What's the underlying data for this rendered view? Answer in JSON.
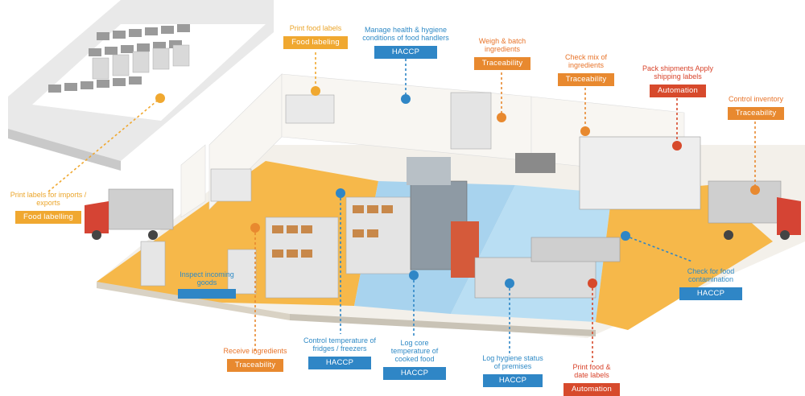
{
  "colors": {
    "traceability": "#e8892f",
    "labelling": "#f0a830",
    "haccp": "#2f86c6",
    "automation": "#d74a2c",
    "floor_receiving": "#f6b84a",
    "floor_clean": "#a8d3ee",
    "wall": "#f3f0ea"
  },
  "callouts": {
    "food_labelling_import": {
      "caption": "Print labels for imports / exports",
      "tag": "Food labelling"
    },
    "inspect_goods": {
      "caption": "Inspect incoming goods",
      "tag": ""
    },
    "print_food_labels": {
      "caption": "Print food labels",
      "tag": "Food labeling"
    },
    "hygiene": {
      "caption": "Manage health & hygiene conditions of food handlers",
      "tag": "HACCP"
    },
    "weigh": {
      "caption": "Weigh & batch ingredients",
      "tag": "Traceability"
    },
    "check_mix": {
      "caption": "Check mix of ingredients",
      "tag": "Traceability"
    },
    "pack_ship": {
      "caption": "Pack shipments Apply shipping labels",
      "tag": "Automation"
    },
    "control_inventory": {
      "caption": "Control inventory",
      "tag": "Traceability"
    },
    "contamination": {
      "caption": "Check for food contamination",
      "tag": "HACCP"
    },
    "receive": {
      "caption": "Receive ingredients",
      "tag": "Traceability"
    },
    "fridge_temp": {
      "caption": "Control temperature of fridges / freezers",
      "tag": "HACCP"
    },
    "core_temp": {
      "caption": "Log core temperature of cooked food",
      "tag": "HACCP"
    },
    "log_hygiene": {
      "caption": "Log hygiene status of premises",
      "tag": "HACCP"
    },
    "date_labels": {
      "caption": "Print food & date labels",
      "tag": "Automation"
    }
  }
}
